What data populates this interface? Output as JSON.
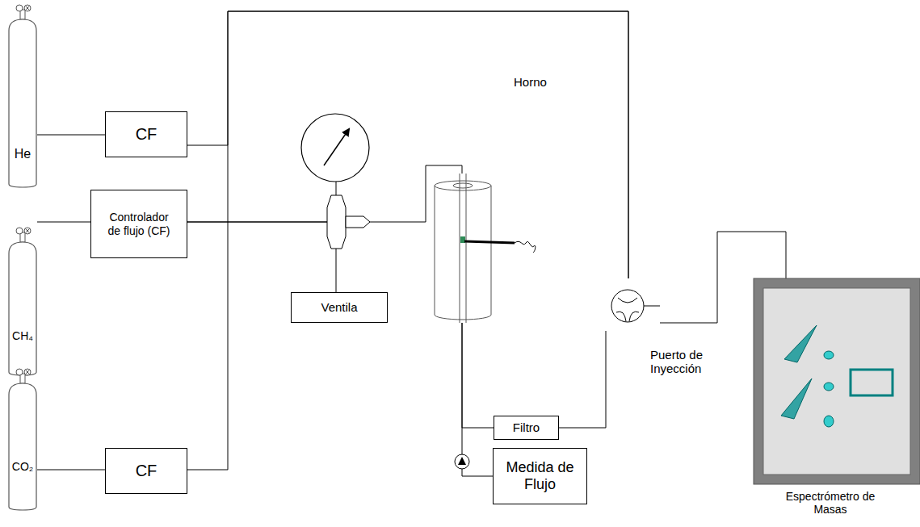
{
  "diagram": {
    "nodes": [
      {
        "text": [
          "He"
        ]
      },
      {
        "text": [
          "CF"
        ]
      },
      {
        "text": [
          "CH₄"
        ]
      },
      {
        "text": [
          "Controlador de flujo (CF)"
        ]
      },
      {
        "text": [
          "CO₂"
        ]
      },
      {
        "text": [
          "CF"
        ]
      },
      {
        "text": [
          "Ventila"
        ]
      },
      {
        "text": [
          "Horno"
        ]
      },
      {
        "text": [
          "Filtro"
        ]
      },
      {
        "text": [
          "Medida de Flujo"
        ]
      },
      {
        "text": [
          "Puerto de Inyección"
        ]
      },
      {
        "text": [
          "Espectrómetro de Masas"
        ]
      }
    ],
    "edges": [
      {
        "from": 0,
        "to": 1,
        "arrow": "none"
      },
      {
        "from": 2,
        "to": 3,
        "arrow": "none"
      },
      {
        "from": 4,
        "to": 5,
        "arrow": "none"
      },
      {
        "from": 1,
        "to": 10,
        "arrow": "none"
      },
      {
        "from": 5,
        "to": 10,
        "arrow": "none"
      },
      {
        "from": 3,
        "to": 7,
        "arrow": "none"
      },
      {
        "from": 3,
        "to": 6,
        "arrow": "none"
      },
      {
        "from": 7,
        "to": 8,
        "arrow": "none"
      },
      {
        "from": 7,
        "to": 9,
        "arrow": "none"
      },
      {
        "from": 8,
        "to": 10,
        "arrow": "none"
      },
      {
        "from": 10,
        "to": 11,
        "arrow": "none"
      }
    ]
  }
}
